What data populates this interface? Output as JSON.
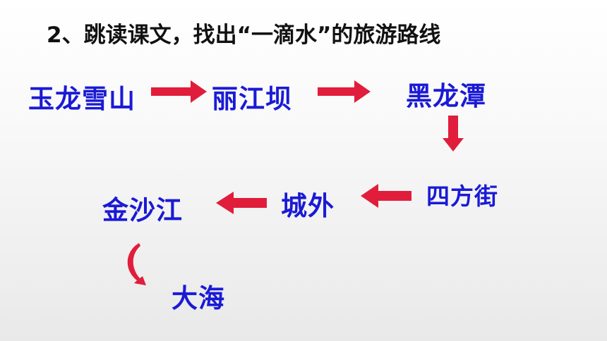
{
  "heading": "2、跳读课文，找出“一滴水”的旅游路线",
  "places": {
    "p1": "玉龙雪山",
    "p2": "丽江坝",
    "p3": "黑龙潭",
    "p4": "四方街",
    "p5": "城外",
    "p6": "金沙江",
    "p7": "大海"
  },
  "colors": {
    "place_text": "#1a1ad6",
    "arrow": "#e11d3c",
    "heading_text": "#111111"
  }
}
